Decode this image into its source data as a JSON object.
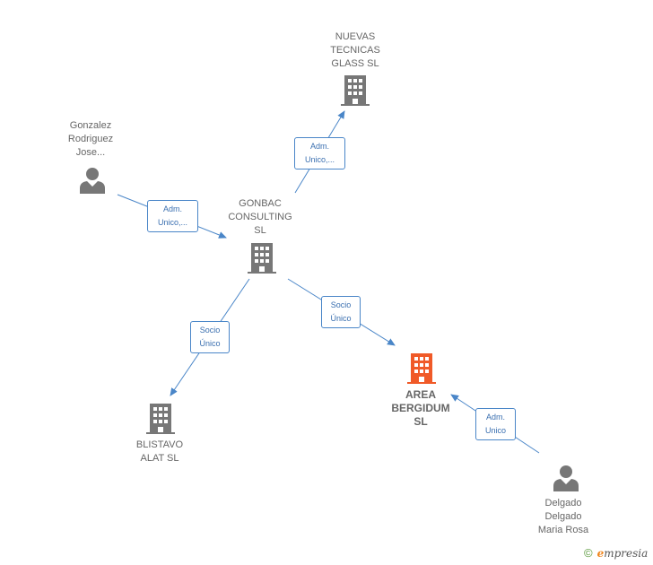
{
  "nodes": {
    "nuevas_tecnicas": {
      "label": "NUEVAS\nTECNICAS\nGLASS  SL",
      "type": "company"
    },
    "gonzalez": {
      "label": "Gonzalez\nRodriguez\nJose...",
      "type": "person"
    },
    "gonbac": {
      "label": "GONBAC\nCONSULTING\nSL",
      "type": "company"
    },
    "area_bergidum": {
      "label": "AREA\nBERGIDUM\nSL",
      "type": "company-focus"
    },
    "blistavo": {
      "label": "BLISTAVO\nALAT  SL",
      "type": "company"
    },
    "delgado": {
      "label": "Delgado\nDelgado\nMaria Rosa",
      "type": "person"
    }
  },
  "edges": {
    "gonbac_to_nuevas": {
      "label": "Adm.\nUnico,...",
      "from": "gonbac",
      "to": "nuevas_tecnicas"
    },
    "gonzalez_to_gonbac": {
      "label": "Adm.\nUnico,...",
      "from": "gonzalez",
      "to": "gonbac"
    },
    "gonbac_to_area": {
      "label": "Socio\nÚnico",
      "from": "gonbac",
      "to": "area_bergidum"
    },
    "gonbac_to_blistavo": {
      "label": "Socio\nÚnico",
      "from": "gonbac",
      "to": "blistavo"
    },
    "delgado_to_area": {
      "label": "Adm.\nUnico",
      "from": "delgado",
      "to": "area_bergidum"
    }
  },
  "colors": {
    "company_icon": "#777777",
    "focus_icon": "#f05a28",
    "person_icon": "#777777",
    "edge": "#4a86c8"
  },
  "brand": {
    "copyright_symbol": "©",
    "name_initial": "e",
    "name_rest": "mpresia"
  }
}
